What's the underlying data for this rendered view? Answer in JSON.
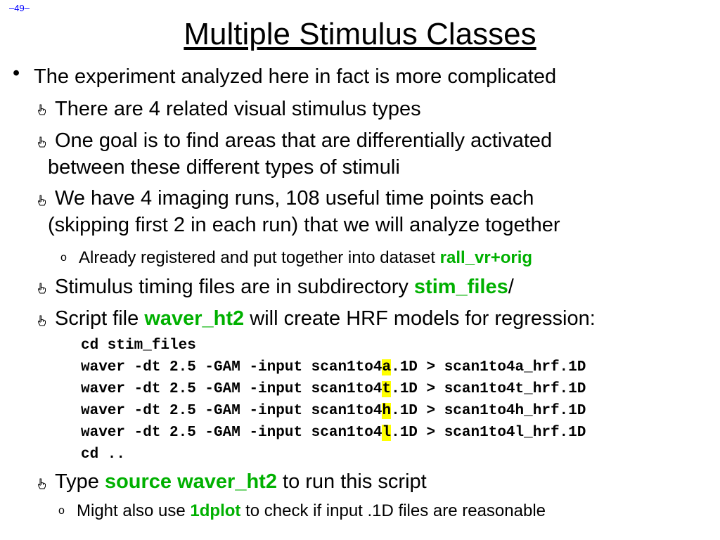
{
  "slide": {
    "page_number": "–49–",
    "title": "Multiple Stimulus Classes",
    "bullet_main": "The experiment analyzed here in fact is more complicated",
    "sub1": "There are 4 related visual stimulus types",
    "sub2_line1": "One goal is to find areas that are differentially activated",
    "sub2_line2": "between these different types of stimuli",
    "sub3_line1": "We have 4 imaging runs, 108 useful time points each",
    "sub3_line2": "(skipping first 2 in each run) that we will analyze together",
    "sub3_note_text": "Already registered and put together into dataset ",
    "sub3_note_dataset": "rall_vr+orig",
    "sub4_text": "Stimulus timing files are in subdirectory ",
    "sub4_dir": "stim_files",
    "sub4_slash": "/",
    "sub5_pre": "Script file ",
    "sub5_script": "waver_ht2",
    "sub5_post": " will create HRF models for regression:",
    "code": {
      "line1": "cd stim_files",
      "prefix": "waver -dt 2.5 -GAM -input scan1to4",
      "mid": ".1D > scan1to4",
      "suffix": "_hrf.1D",
      "letters": [
        "a",
        "t",
        "h",
        "l"
      ],
      "line_last": "cd .."
    },
    "sub6_pre": "Type ",
    "sub6_cmd": "source waver_ht2",
    "sub6_post": " to run this script",
    "sub6_note_pre": "Might also use ",
    "sub6_note_cmd": "1dplot",
    "sub6_note_post": " to check if input .1D files are reasonable",
    "icons": {
      "main_bullet": "bullet-dot-icon",
      "sub_bullet": "pointing-hand-icon",
      "note_bullet": "circle-o-icon"
    },
    "colors": {
      "page_number": "#0000ff",
      "highlight": "#ffff00",
      "keyword": "#00b000"
    }
  }
}
